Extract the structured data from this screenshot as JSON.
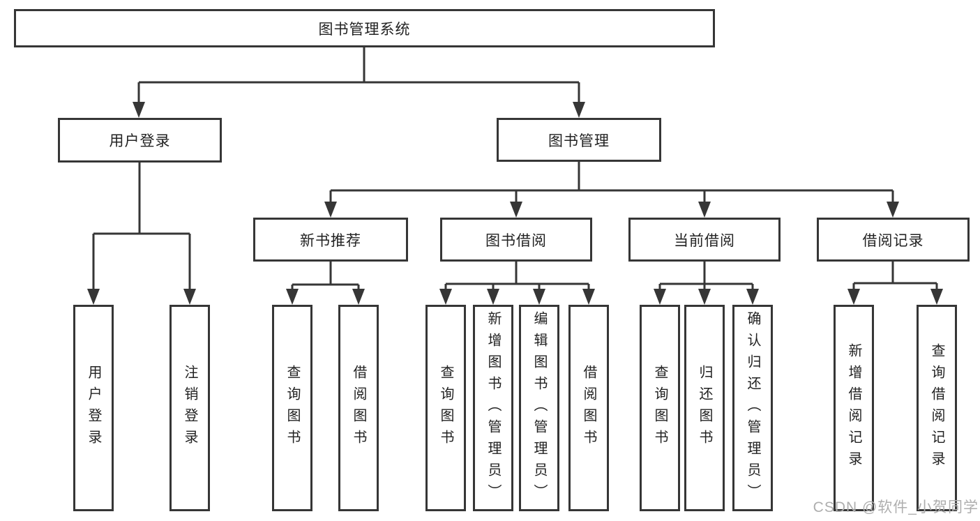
{
  "tree": {
    "root": {
      "label": "图书管理系统"
    },
    "branches": [
      {
        "label": "用户登录",
        "children": [
          {
            "label": "用户登录"
          },
          {
            "label": "注销登录"
          }
        ]
      },
      {
        "label": "图书管理",
        "sections": [
          {
            "label": "新书推荐",
            "children": [
              {
                "label": "查询图书"
              },
              {
                "label": "借阅图书"
              }
            ]
          },
          {
            "label": "图书借阅",
            "children": [
              {
                "label": "查询图书"
              },
              {
                "label": "新增图书（管理员）"
              },
              {
                "label": "编辑图书（管理员）"
              },
              {
                "label": "借阅图书"
              }
            ]
          },
          {
            "label": "当前借阅",
            "children": [
              {
                "label": "查询图书"
              },
              {
                "label": "归还图书"
              },
              {
                "label": "确认归还（管理员）"
              }
            ]
          },
          {
            "label": "借阅记录",
            "children": [
              {
                "label": "新增借阅记录"
              },
              {
                "label": "查询借阅记录"
              }
            ]
          }
        ]
      }
    ]
  },
  "watermark": {
    "text": "CSDN @软件_小贺同学"
  },
  "colors": {
    "line": "#363636",
    "text": "#222222",
    "watermark": "#aeaeae",
    "background": "#ffffff"
  }
}
